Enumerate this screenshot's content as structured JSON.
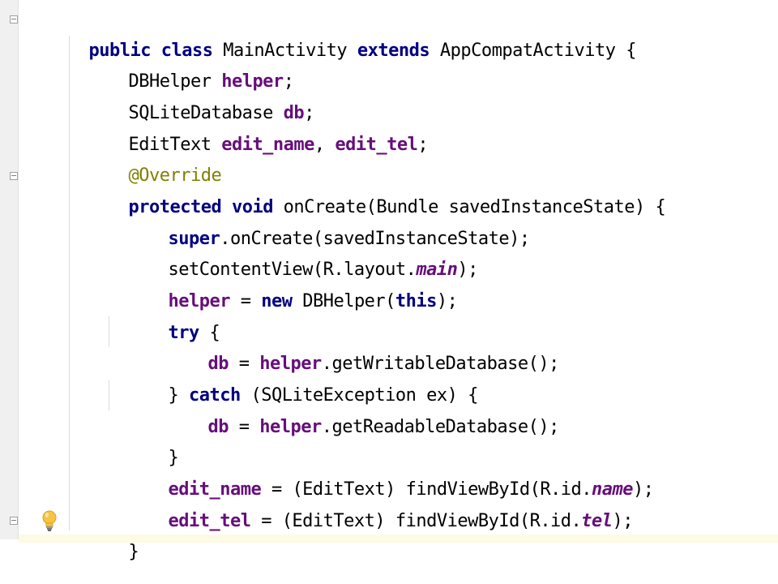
{
  "editor": {
    "lines": [
      {
        "t1": "public",
        "t2": " ",
        "t3": "class",
        "t4": " MainActivity ",
        "t5": "extends",
        "t6": " AppCompatActivity {"
      },
      {
        "t1": "DBHelper ",
        "t2": "helper",
        "t3": ";"
      },
      {
        "t1": "SQLiteDatabase ",
        "t2": "db",
        "t3": ";"
      },
      {
        "t1": "EditText ",
        "t2": "edit_name",
        "t3": ", ",
        "t4": "edit_tel",
        "t5": ";"
      },
      {
        "t1": "@Override"
      },
      {
        "t1": "protected",
        "t2": " ",
        "t3": "void",
        "t4": " onCreate(Bundle savedInstanceState) {"
      },
      {
        "t1": "super",
        "t2": ".onCreate(savedInstanceState);"
      },
      {
        "t1": "setContentView(R.layout.",
        "t2": "main",
        "t3": ");"
      },
      {
        "t1": "helper",
        "t2": " = ",
        "t3": "new",
        "t4": " DBHelper(",
        "t5": "this",
        "t6": ");"
      },
      {
        "t1": "try",
        "t2": " {"
      },
      {
        "t1": "db",
        "t2": " = ",
        "t3": "helper",
        "t4": ".getWritableDatabase();"
      },
      {
        "t1": "} ",
        "t2": "catch",
        "t3": " (SQLiteException ex) {"
      },
      {
        "t1": "db",
        "t2": " = ",
        "t3": "helper",
        "t4": ".getReadableDatabase();"
      },
      {
        "t1": "}"
      },
      {
        "t1": "edit_name",
        "t2": " = (EditText) findViewById(R.id.",
        "t3": "name",
        "t4": ");"
      },
      {
        "t1": "edit_tel",
        "t2": " = (EditText) findViewById(R.id.",
        "t3": "tel",
        "t4": ");"
      },
      {
        "t1": "}"
      }
    ],
    "colors": {
      "keyword": "#000080",
      "field": "#660e7a",
      "annotation": "#808000",
      "gutter": "#f0f0f0",
      "caret_line": "#fffae3"
    },
    "icons": {
      "intention": "lightbulb-icon",
      "fold": "fold-marker-icon"
    }
  }
}
